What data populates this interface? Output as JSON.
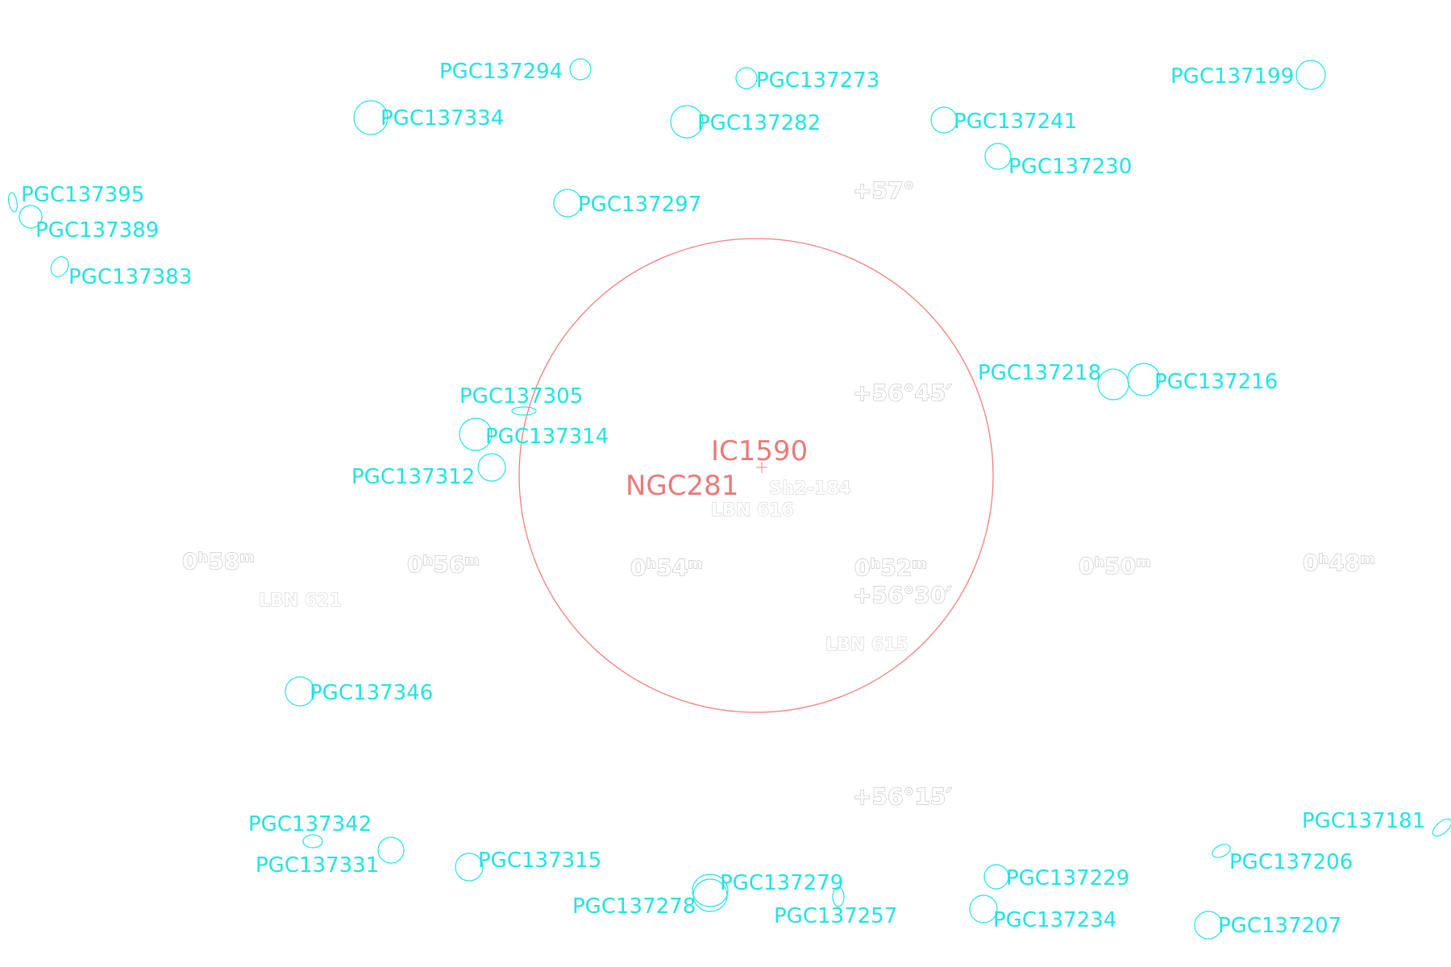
{
  "colors": {
    "galaxy": "#22e3e3",
    "nebula": "#f08080",
    "nebula_label": "#e77b7b",
    "grid_label_outline": "#bdbdbd",
    "background": "#ffffff"
  },
  "grid_labels": {
    "dec_57": "+57°",
    "dec_56_45": "+56°45′",
    "dec_56_30": "+56°30′",
    "dec_56_15": "+56°15′",
    "ra_0h58": "0ʰ58ᵐ",
    "ra_0h56": "0ʰ56ᵐ",
    "ra_0h54": "0ʰ54ᵐ",
    "ra_0h52": "0ʰ52ᵐ",
    "ra_0h50": "0ʰ50ᵐ",
    "ra_0h48": "0ʰ48ᵐ"
  },
  "nebulae": {
    "ic1590": "IC1590",
    "ngc281": "NGC281",
    "sh2_184": "Sh2-184",
    "ldn616": "LBN 616",
    "ldn621": "LBN 621",
    "ldn615": "LBN 615"
  },
  "galaxies": {
    "pgc137294": "PGC137294",
    "pgc137273": "PGC137273",
    "pgc137199": "PGC137199",
    "pgc137334": "PGC137334",
    "pgc137282": "PGC137282",
    "pgc137241": "PGC137241",
    "pgc137230": "PGC137230",
    "pgc137395": "PGC137395",
    "pgc137389": "PGC137389",
    "pgc137297": "PGC137297",
    "pgc137383": "PGC137383",
    "pgc137218": "PGC137218",
    "pgc137216": "PGC137216",
    "pgc137305": "PGC137305",
    "pgc137314": "PGC137314",
    "pgc137312": "PGC137312",
    "pgc137346": "PGC137346",
    "pgc137342": "PGC137342",
    "pgc137181": "PGC137181",
    "pgc137331": "PGC137331",
    "pgc137315": "PGC137315",
    "pgc137206": "PGC137206",
    "pgc137279": "PGC137279",
    "pgc137229": "PGC137229",
    "pgc137278": "PGC137278",
    "pgc137257": "PGC137257",
    "pgc137234": "PGC137234",
    "pgc137207": "PGC137207"
  }
}
